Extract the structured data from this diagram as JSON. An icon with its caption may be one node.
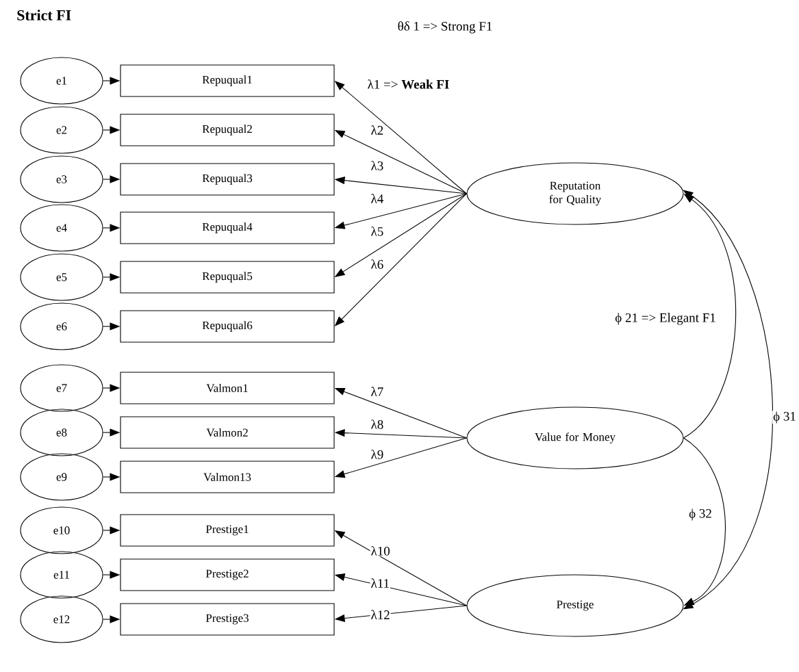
{
  "diagram": {
    "title": "Strict FI",
    "nodes": [
      {
        "text": [
          "e1"
        ]
      },
      {
        "text": [
          "e2"
        ]
      },
      {
        "text": [
          "e3"
        ]
      },
      {
        "text": [
          "e4"
        ]
      },
      {
        "text": [
          "e5"
        ]
      },
      {
        "text": [
          "e6"
        ]
      },
      {
        "text": [
          "e7"
        ]
      },
      {
        "text": [
          "e8"
        ]
      },
      {
        "text": [
          "e9"
        ]
      },
      {
        "text": [
          "e10"
        ]
      },
      {
        "text": [
          "e11"
        ]
      },
      {
        "text": [
          "e12"
        ]
      },
      {
        "text": [
          "Repuqual1"
        ]
      },
      {
        "text": [
          "Repuqual2"
        ]
      },
      {
        "text": [
          "Repuqual3"
        ]
      },
      {
        "text": [
          "Repuqual4"
        ]
      },
      {
        "text": [
          "Repuqual5"
        ]
      },
      {
        "text": [
          "Repuqual6"
        ]
      },
      {
        "text": [
          "Valmon1"
        ]
      },
      {
        "text": [
          "Valmon2"
        ]
      },
      {
        "text": [
          "Valmon13"
        ]
      },
      {
        "text": [
          "Prestige1"
        ]
      },
      {
        "text": [
          "Prestige2"
        ]
      },
      {
        "text": [
          "Prestige3"
        ]
      },
      {
        "text": [
          "Reputation for Quality"
        ]
      },
      {
        "text": [
          "Value for Money"
        ]
      },
      {
        "text": [
          "Prestige"
        ]
      }
    ],
    "edges": [
      {
        "from": 0,
        "to": 12,
        "arrow": "to"
      },
      {
        "from": 1,
        "to": 13,
        "arrow": "to"
      },
      {
        "from": 2,
        "to": 14,
        "arrow": "to"
      },
      {
        "from": 3,
        "to": 15,
        "arrow": "to"
      },
      {
        "from": 4,
        "to": 16,
        "arrow": "to"
      },
      {
        "from": 5,
        "to": 17,
        "arrow": "to"
      },
      {
        "from": 6,
        "to": 18,
        "arrow": "to"
      },
      {
        "from": 7,
        "to": 19,
        "arrow": "to"
      },
      {
        "from": 8,
        "to": 20,
        "arrow": "to"
      },
      {
        "from": 9,
        "to": 21,
        "arrow": "to"
      },
      {
        "from": 10,
        "to": 22,
        "arrow": "to"
      },
      {
        "from": 11,
        "to": 23,
        "arrow": "to"
      },
      {
        "from": 24,
        "to": 12,
        "arrow": "to",
        "label": "λ1 => **Weak FI**"
      },
      {
        "from": 24,
        "to": 13,
        "arrow": "to",
        "label": "λ2"
      },
      {
        "from": 24,
        "to": 14,
        "arrow": "to",
        "label": "λ3"
      },
      {
        "from": 24,
        "to": 15,
        "arrow": "to",
        "label": "λ4"
      },
      {
        "from": 24,
        "to": 16,
        "arrow": "to",
        "label": "λ5"
      },
      {
        "from": 24,
        "to": 17,
        "arrow": "to",
        "label": "λ6"
      },
      {
        "from": 25,
        "to": 18,
        "arrow": "to",
        "label": "λ7"
      },
      {
        "from": 25,
        "to": 19,
        "arrow": "to",
        "label": "λ8"
      },
      {
        "from": 25,
        "to": 20,
        "arrow": "to",
        "label": "λ9"
      },
      {
        "from": 26,
        "to": 21,
        "arrow": "to",
        "label": "λ10"
      },
      {
        "from": 26,
        "to": 22,
        "arrow": "to",
        "label": "λ11"
      },
      {
        "from": 26,
        "to": 23,
        "arrow": "to",
        "label": "λ12"
      },
      {
        "from": 25,
        "to": 24,
        "arrow": "to",
        "label": "ϕ 21 => Elegant F1"
      },
      {
        "from": 24,
        "to": 26,
        "arrow": "both",
        "label": "ϕ 31"
      },
      {
        "from": 25,
        "to": 26,
        "arrow": "to",
        "label": "ϕ 32"
      }
    ],
    "labels": [
      "θδ 1 => Strong F1"
    ]
  }
}
